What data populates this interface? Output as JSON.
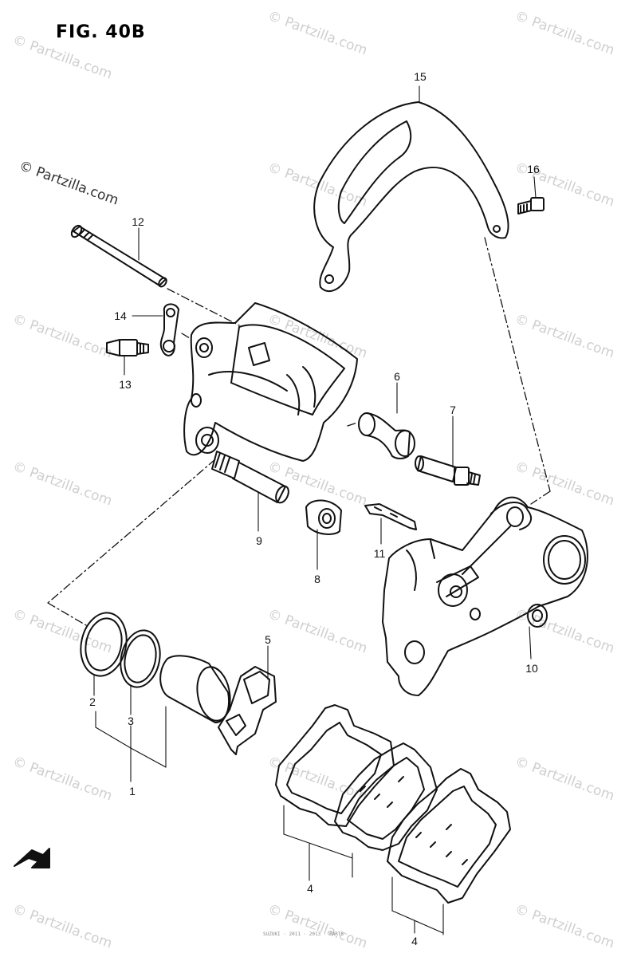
{
  "figure_title": "FIG. 40B",
  "watermark_text": "© Partzilla.com",
  "footer_text": "SUZUKI · 2011 · 2013 · PARTS",
  "line_color": "#111111",
  "watermark_color": "#cfcfcf",
  "callouts": {
    "p1": "1",
    "p2": "2",
    "p3": "3",
    "p4a": "4",
    "p4b": "4",
    "p5": "5",
    "p6": "6",
    "p7": "7",
    "p8": "8",
    "p9": "9",
    "p10": "10",
    "p11": "11",
    "p12": "12",
    "p13": "13",
    "p14": "14",
    "p15": "15",
    "p16": "16"
  }
}
